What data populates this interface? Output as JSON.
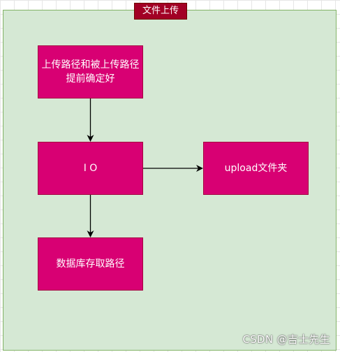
{
  "diagram": {
    "title": "文件上传",
    "nodes": {
      "upload_path": "上传路径和被上传路径提前确定好",
      "io": "I O",
      "upload_folder": "upload文件夹",
      "db": "数据库存取路径"
    },
    "edges": [
      {
        "from": "upload_path",
        "to": "io"
      },
      {
        "from": "io",
        "to": "upload_folder"
      },
      {
        "from": "io",
        "to": "db"
      }
    ]
  },
  "watermark": "CSDN @吉士先生",
  "colors": {
    "container_fill": "#d5e8d4",
    "container_border": "#82b366",
    "title_fill": "#a20025",
    "node_fill": "#d80073",
    "node_border": "#a50040",
    "edge": "#000000"
  }
}
